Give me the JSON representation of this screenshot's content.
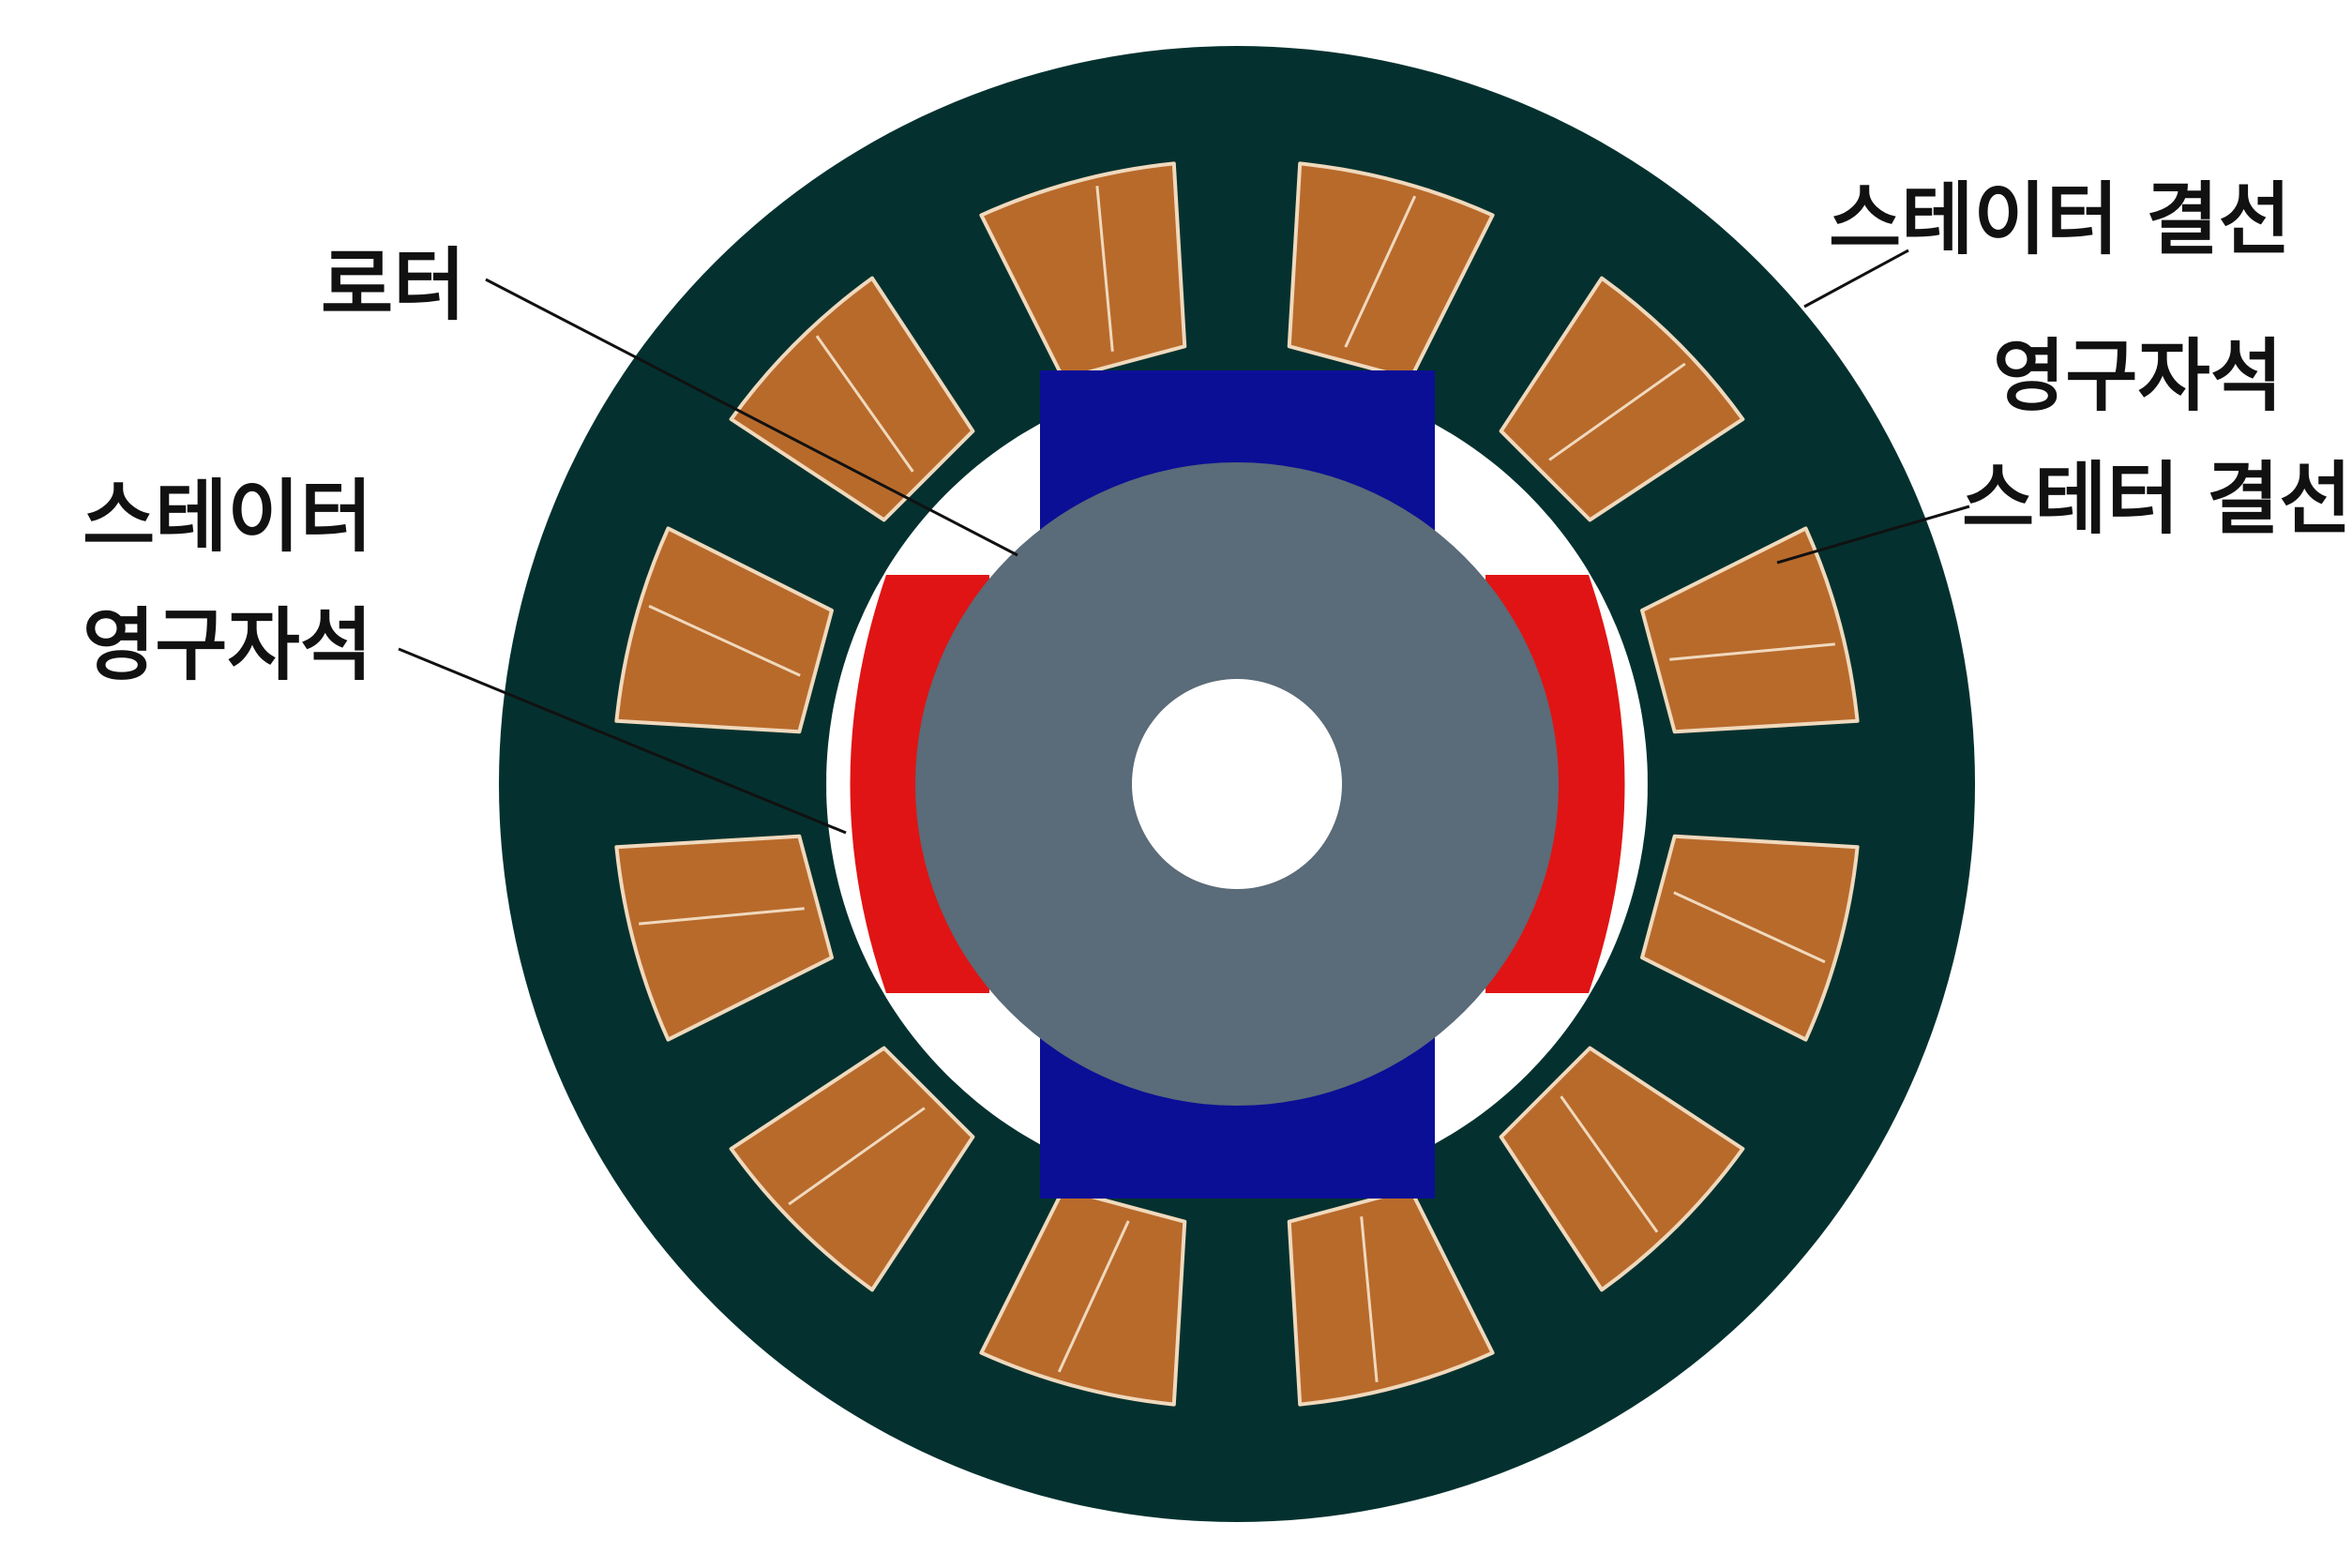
{
  "labels": {
    "rotor": "로터",
    "left_magnet_line1": "스테이터",
    "left_magnet_line2": "영구자석",
    "right_winding": "스테이터 결선",
    "right_magnet": "영구자석",
    "right_winding_2": "스테터 결선"
  },
  "colors": {
    "background": "#ffffff",
    "stator_core": "#04312f",
    "airgap": "#ffffff",
    "winding": "#b86a2b",
    "winding_outline": "#f0d9bd",
    "magnet_north": "#0b0f96",
    "magnet_south": "#e01414",
    "rotor_core": "#5a6b79",
    "shaft_hole": "#ffffff",
    "leader_line": "#111111"
  },
  "stator": {
    "slot_count": 12
  },
  "rotor": {
    "pole_count": 4
  }
}
